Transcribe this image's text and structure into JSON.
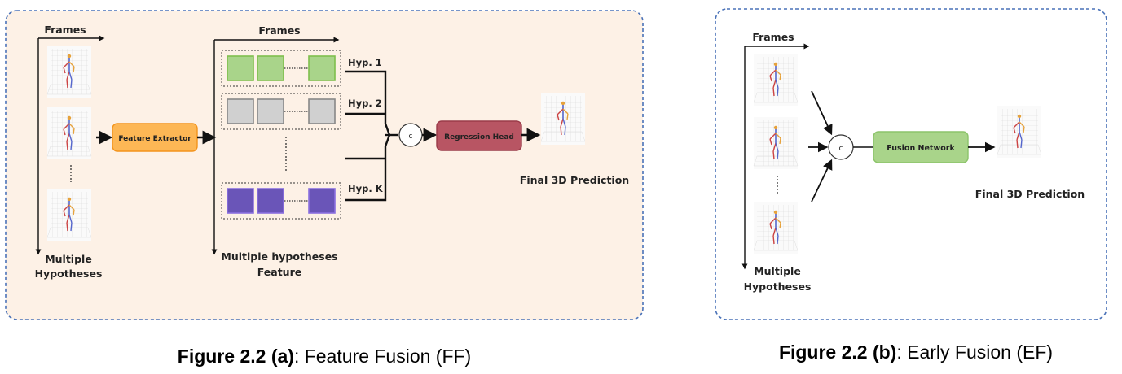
{
  "panel_a": {
    "frames_label_left": "Frames",
    "frames_label_right": "Frames",
    "hyp_axis_label_line1": "Multiple",
    "hyp_axis_label_line2": "Hypotheses",
    "feature_extractor": "Feature Extractor",
    "hyp_labels": [
      "Hyp. 1",
      "Hyp. 2",
      "Hyp. K"
    ],
    "concat_symbol": "c",
    "regression_head": "Regression Head",
    "final_label": "Final 3D Prediction",
    "features_label_line1": "Multiple hypotheses",
    "features_label_line2": "Feature",
    "colors": {
      "panel_bg": "#fdf1e6",
      "panel_border": "#4a72b8",
      "feature_extractor_fill": "#fdb755",
      "feature_extractor_stroke": "#f3941c",
      "regression_fill": "#b85563",
      "regression_stroke": "#9a3b49",
      "hyp1_fill": "#a9d48a",
      "hyp1_stroke": "#7fbf4d",
      "hyp2_fill": "#d0d0d0",
      "hyp2_stroke": "#888888",
      "hypk_fill": "#6a55b8",
      "hypk_stroke": "#8a6fe0"
    }
  },
  "panel_b": {
    "frames_label": "Frames",
    "hyp_axis_label_line1": "Multiple",
    "hyp_axis_label_line2": "Hypotheses",
    "concat_symbol": "c",
    "fusion_network": "Fusion Network",
    "final_label": "Final 3D Prediction",
    "colors": {
      "panel_bg": "#ffffff",
      "panel_border": "#4a72b8",
      "fusion_fill": "#a9d48a",
      "fusion_stroke": "#8cc46a"
    }
  },
  "captions": {
    "a_bold": "Figure 2.2 (a)",
    "a_rest": ": Feature Fusion (FF)",
    "b_bold": "Figure 2.2 (b)",
    "b_rest": ": Early Fusion (EF)"
  },
  "icons": [
    "pose-skeleton-icon",
    "concat-circle-icon",
    "arrow-icon"
  ]
}
